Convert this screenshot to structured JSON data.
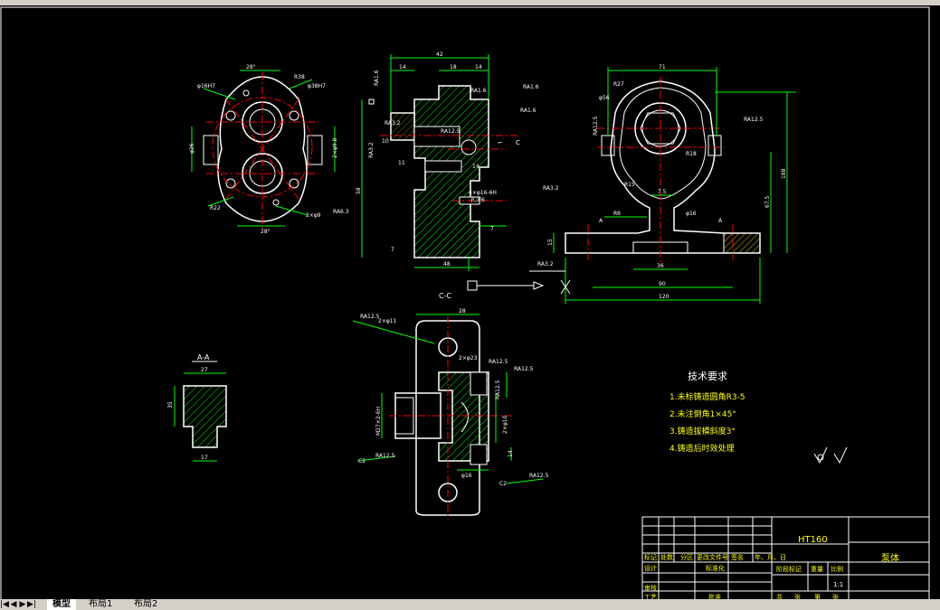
{
  "tabs": [
    "模型",
    "布局1",
    "布局2"
  ],
  "nav": [
    "|◀",
    "◀",
    "▶",
    "▶|"
  ],
  "colors": {
    "background": "#000000",
    "outline": "#ffffff",
    "dimension": "#00ff00",
    "center": "#ff0000",
    "roughness": "#00ff00",
    "hatch": "#00ffff",
    "section": "#ffffff"
  },
  "views": {
    "section_cc": "C-C",
    "section_aa": "A-A"
  },
  "dims": {
    "top_view": [
      "φ16H7",
      "28°",
      "R38",
      "φ38H7",
      "φ26",
      "2×φ9",
      "R22",
      "RA6.3",
      "28°",
      "2×φ9.8"
    ],
    "front_view": [
      "42",
      "14",
      "18",
      "14",
      "RA1.6",
      "RA1.6",
      "RA1.6",
      "RA3.2",
      "RA1.6",
      "RA3.2",
      "10",
      "11",
      "14",
      "58",
      "RA12.5",
      "4×φ16-6H",
      "孔深6",
      "RA3.2",
      "7",
      "48",
      "7"
    ],
    "side_view": [
      "71",
      "R27",
      "φ56",
      "RA12.5",
      "RA12.5",
      "R18",
      "R15",
      "7.5",
      "R6",
      "φ16",
      "188",
      "67.5",
      "15",
      "RA3.2",
      "36",
      "90",
      "120",
      "A",
      "A"
    ],
    "aa_view": [
      "27",
      "35",
      "17"
    ],
    "cc_view": [
      "RA12.5",
      "2×φ11",
      "28",
      "2×φ23",
      "RA12.5",
      "RA12.5",
      "RA12.5",
      "2×φ10",
      "φ16",
      "M27×2-6H",
      "RA12.5",
      "C2",
      "C2",
      "RA12.5",
      "14"
    ]
  },
  "tech": {
    "title": "技术要求",
    "items": [
      "1.未标铸造圆角R3-5",
      "2.未注倒角1×45°",
      "3.铸造拔模斜度3°",
      "4.铸造后时效处理"
    ]
  },
  "title_block": {
    "material": "HT160",
    "part_name": "泵体",
    "scale": "1:1",
    "row_labels": [
      "标记",
      "处数",
      "分区",
      "更改文件号",
      "签名",
      "年、月、日"
    ],
    "designer": "设计",
    "standardize": "标准化",
    "stage": "阶段标记",
    "weight": "重量",
    "ratio": "比例",
    "review": "审核",
    "process": "工艺",
    "approve": "批准",
    "sheets": [
      "共",
      "张",
      "第",
      "张"
    ]
  }
}
